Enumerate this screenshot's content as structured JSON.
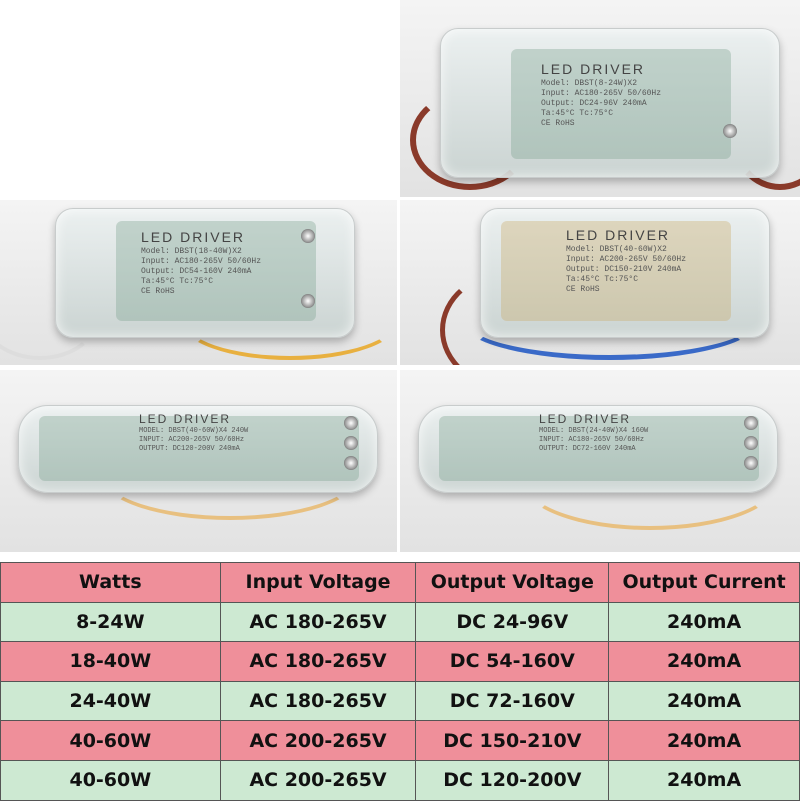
{
  "photos": [
    {
      "title": "LED DRIVER",
      "lines": [
        "Model: DBST(8-24W)X2",
        "Input: AC180-265V 50/60Hz",
        "Output: DC24-96V 240mA",
        "Ta:45°C Tc:75°C",
        "CE RoHS"
      ]
    },
    {
      "title": "LED DRIVER",
      "lines": [
        "Model: DBST(18-40W)X2",
        "Input: AC180-265V 50/60Hz",
        "Output: DC54-160V 240mA",
        "Ta:45°C Tc:75°C",
        "CE RoHS"
      ]
    },
    {
      "title": "LED DRIVER",
      "lines": [
        "Model: DBST(40-60W)X2",
        "Input: AC200-265V 50/60Hz",
        "Output: DC150-210V 240mA",
        "Ta:45°C Tc:75°C",
        "CE RoHS"
      ]
    },
    {
      "title": "LED DRIVER",
      "lines": [
        "MODEL: DBST(40-60W)X4 240W",
        "INPUT: AC200-265V 50/60Hz",
        "OUTPUT: DC120-200V 240mA"
      ]
    },
    {
      "title": "LED DRIVER",
      "lines": [
        "MODEL: DBST(24-40W)X4 160W",
        "INPUT: AC180-265V 50/60Hz",
        "OUTPUT: DC72-160V 240mA"
      ]
    }
  ],
  "table": {
    "headers": [
      "Watts",
      "Input Voltage",
      "Output Voltage",
      "Output Current"
    ],
    "rows": [
      [
        "8-24W",
        "AC 180-265V",
        "DC 24-96V",
        "240mA"
      ],
      [
        "18-40W",
        "AC 180-265V",
        "DC 54-160V",
        "240mA"
      ],
      [
        "24-40W",
        "AC 180-265V",
        "DC 72-160V",
        "240mA"
      ],
      [
        "40-60W",
        "AC 200-265V",
        "DC 150-210V",
        "240mA"
      ],
      [
        "40-60W",
        "AC 200-265V",
        "DC 120-200V",
        "240mA"
      ]
    ],
    "colors": {
      "header": "#ef8f9a",
      "odd": "#cde9d2",
      "even": "#ef8f9a"
    }
  }
}
